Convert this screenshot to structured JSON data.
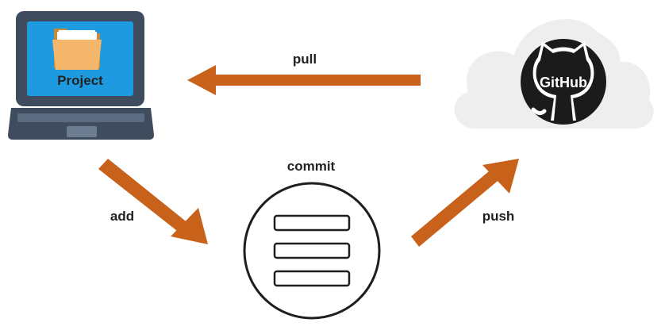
{
  "laptop": {
    "label": "Project",
    "icon": "folder-icon"
  },
  "cloud": {
    "label": "GitHub",
    "icon": "github-octocat-icon"
  },
  "commit": {
    "label": "commit",
    "icon": "stacked-lines-icon"
  },
  "arrows": {
    "pull": "pull",
    "add": "add",
    "push": "push"
  },
  "colors": {
    "arrow": "#C8621B",
    "laptop_frame": "#3E4C5E",
    "laptop_screen": "#1E9BE0",
    "folder": "#F3B66A",
    "cloud": "#EEEEEF",
    "github_badge": "#1B1B1B"
  }
}
